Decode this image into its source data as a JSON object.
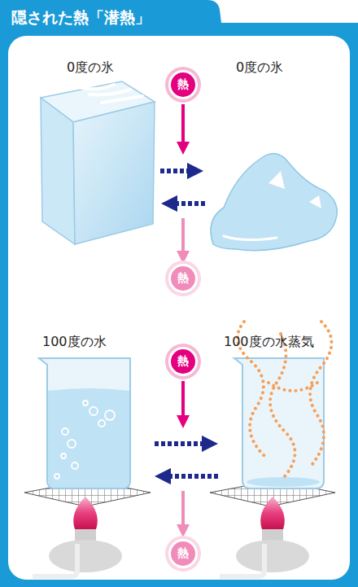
{
  "diagram": {
    "title": "隠された熱「潜熱」",
    "nodes": [
      {
        "text": [
          "熱"
        ]
      },
      {
        "text": [
          "熱"
        ]
      },
      {
        "text": [
          "熱"
        ]
      },
      {
        "text": [
          "熱"
        ]
      }
    ],
    "labels": [
      "0度の氷",
      "0度の氷",
      "100度の水",
      "100度の水蒸気"
    ]
  }
}
